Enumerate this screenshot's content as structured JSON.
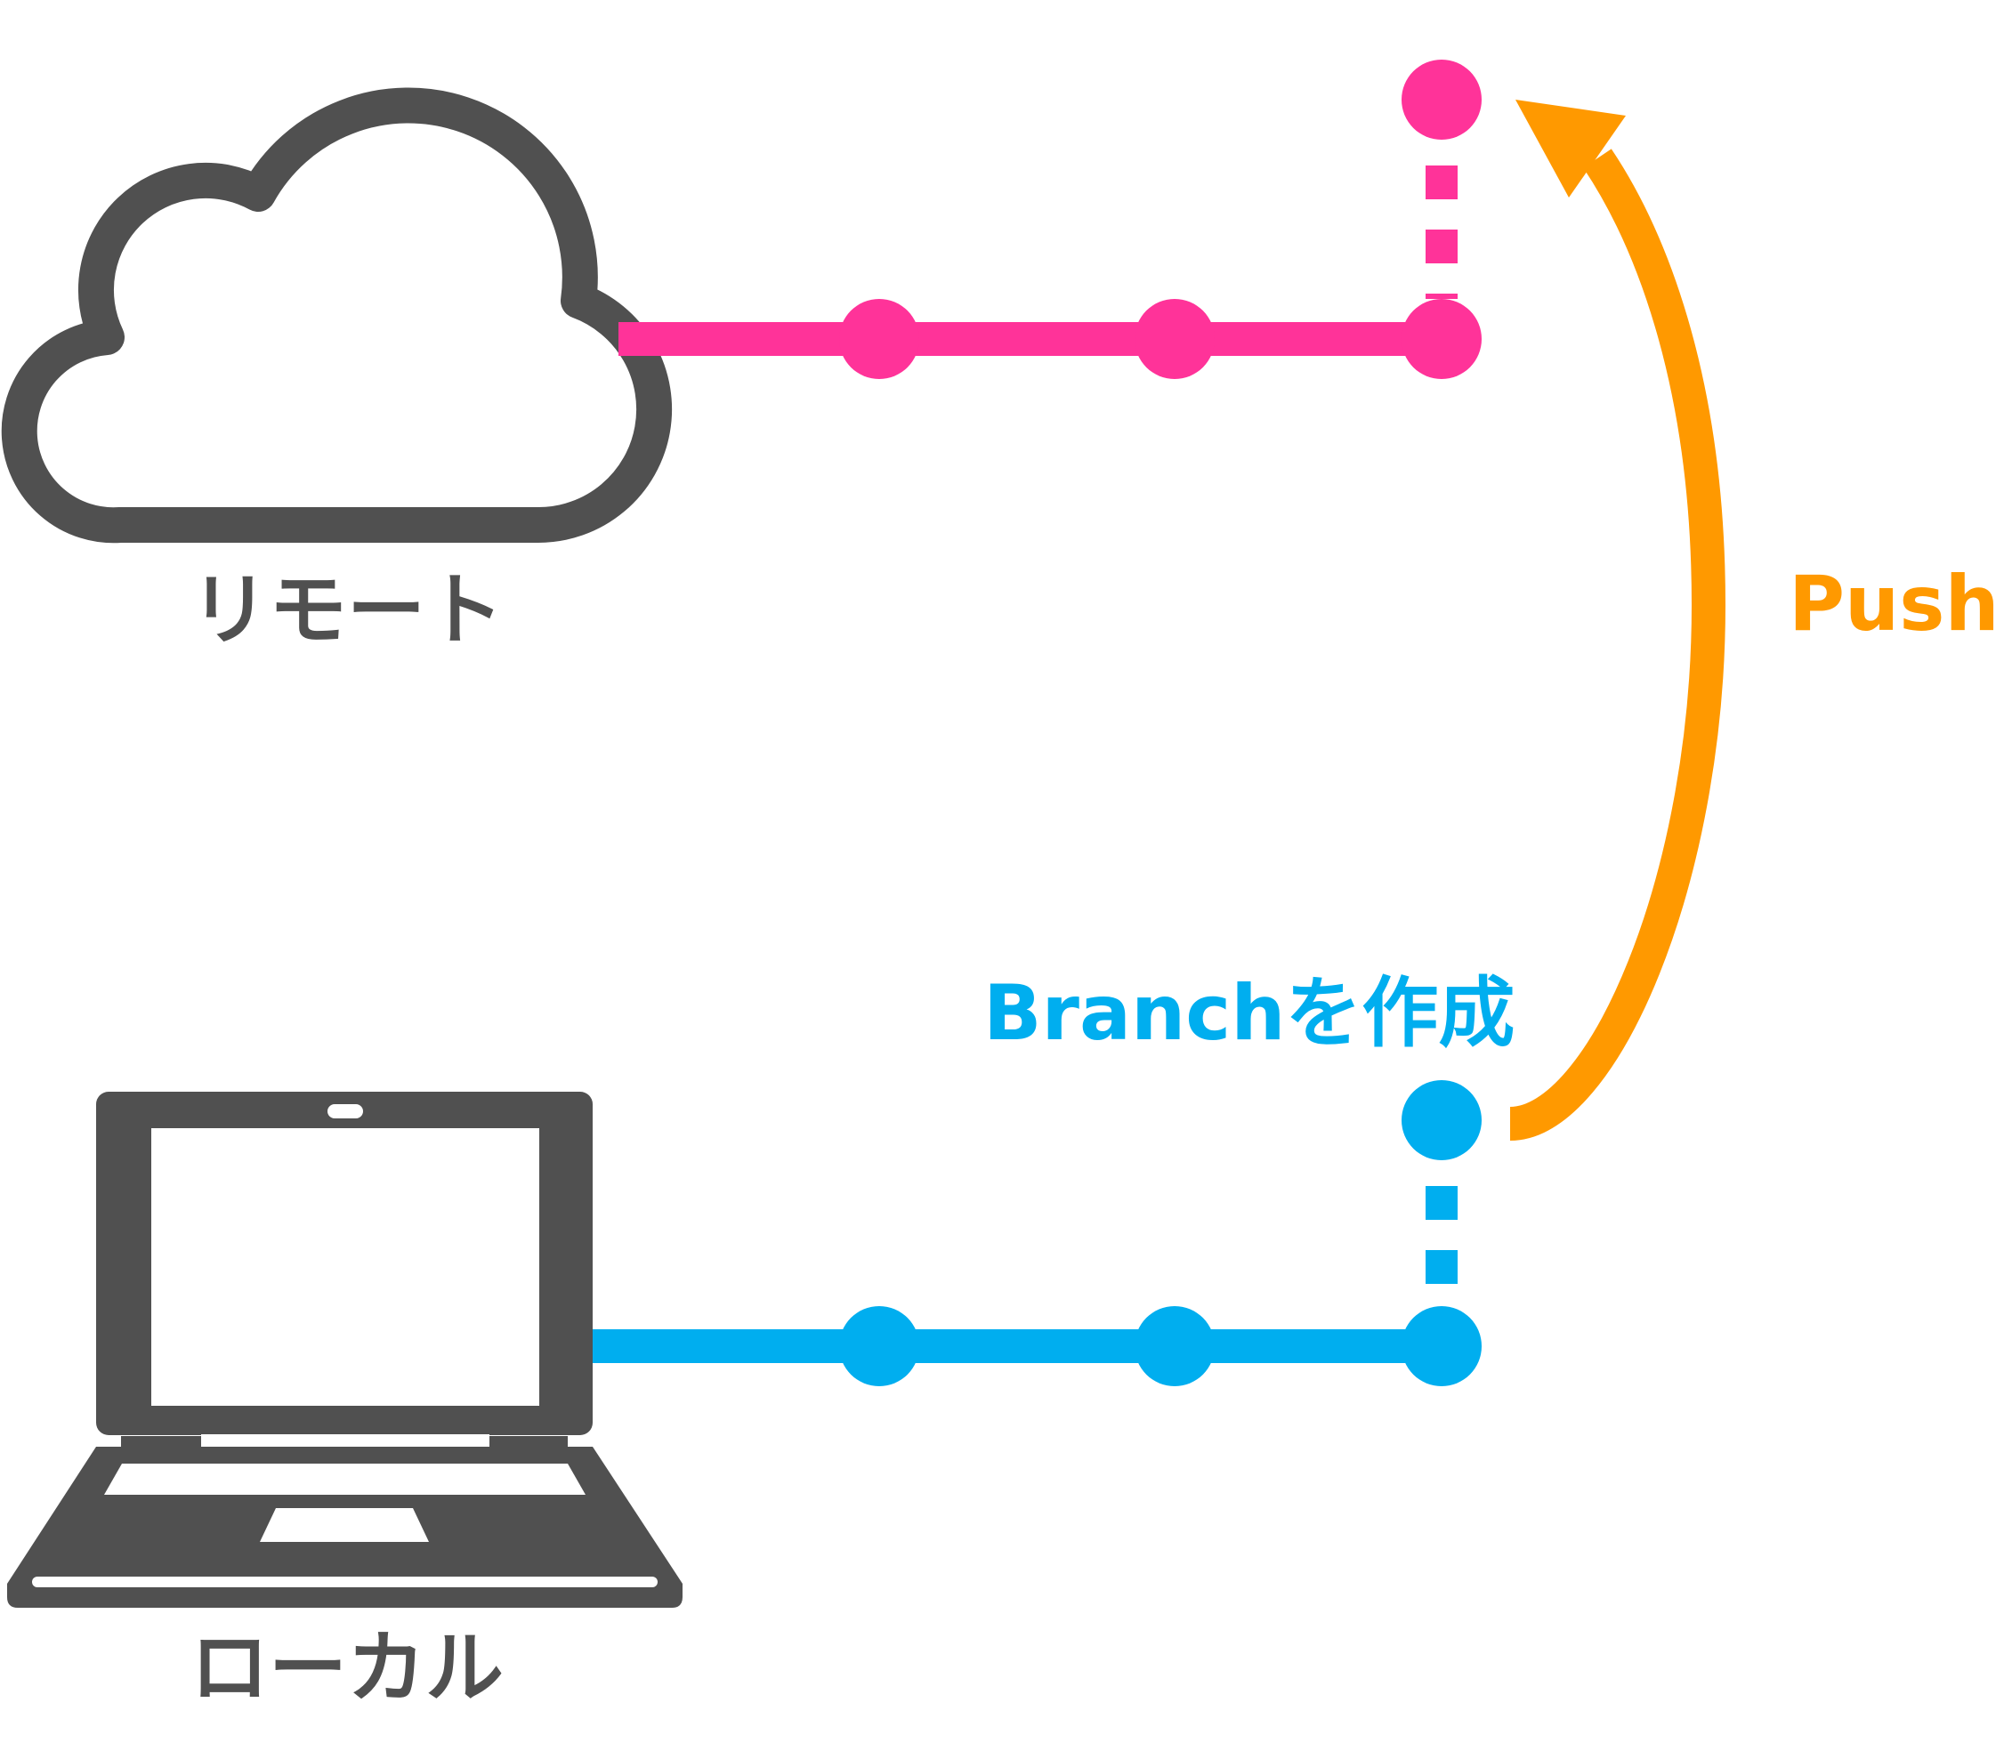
{
  "labels": {
    "remote": "リモート",
    "local": "ローカル",
    "branch": "Branchを作成",
    "push": "Push"
  },
  "colors": {
    "remote_line": "#FF3399",
    "local_line": "#00AEEF",
    "push_arrow": "#FF9900",
    "icon": "#505050"
  },
  "icons": {
    "remote": "cloud-icon",
    "local": "laptop-icon"
  }
}
